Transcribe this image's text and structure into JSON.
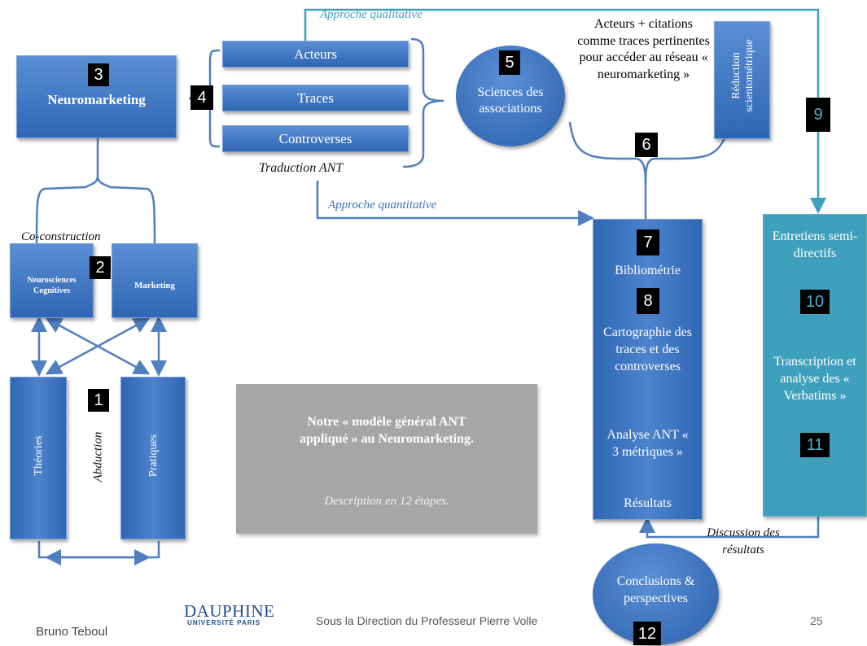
{
  "slide": {
    "neuromarketing": "Neuromarketing",
    "neurosciences": "Neurosciences Cognitives",
    "marketing": "Marketing",
    "co_construction": "Co-construction",
    "theories": "Théories",
    "pratiques": "Pratiques",
    "abduction": "Abduction",
    "acteurs": "Acteurs",
    "traces": "Traces",
    "controverses": "Controverses",
    "traduction_ant": "Traduction ANT",
    "approche_qualitative": "Approche qualitative",
    "approche_quantitative": "Approche quantitative",
    "sciences_associations": "Sciences des associations",
    "acteurs_citations": "Acteurs + citations comme traces pertinentes pour accéder au réseau « neuromarketing »",
    "reduction": "Réduction scientométrique",
    "bibliometrie": "Bibliométrie",
    "cartographie": "Cartographie des traces et des controverses",
    "analyse_ant": "Analyse ANT « 3 métriques »",
    "resultats": "Résultats",
    "entretiens": "Entretiens semi-directifs",
    "transcription": "Transcription et analyse des « Verbatims »",
    "discussion": "Discussion des résultats",
    "conclusions": "Conclusions & perspectives",
    "modele_title": "Notre « modèle général ANT appliqué » au Neuromarketing.",
    "modele_desc": "Description en 12 étapes.",
    "author": "Bruno Teboul",
    "direction": "Sous la Direction du Professeur Pierre Volle",
    "page_number": "25",
    "logo_main": "DAUPHINE",
    "logo_sub": "UNIVERSITÉ PARIS"
  },
  "steps": [
    "1",
    "2",
    "3",
    "4",
    "5",
    "6",
    "7",
    "8",
    "9",
    "10",
    "11",
    "12"
  ],
  "colors": {
    "blue": "#2f66b3",
    "line": "#4f7fbf",
    "teal": "#3fa0bd",
    "gray": "#a6a6a6",
    "teal_num": "#4ab0d0"
  }
}
